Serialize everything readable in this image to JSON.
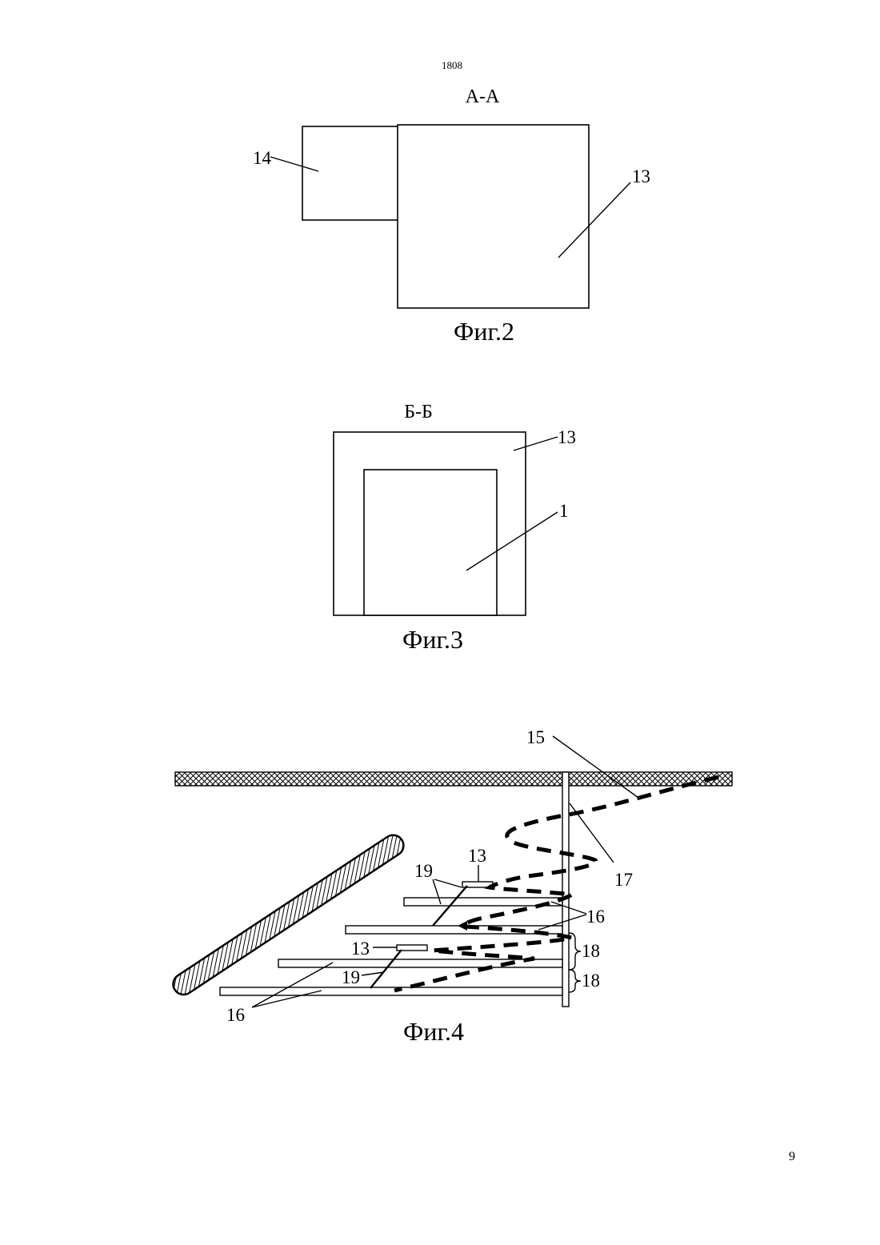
{
  "header": {
    "doc_number": "1808",
    "page_number": "9"
  },
  "fig2": {
    "section": "А-А",
    "caption": "Фиг.2",
    "labels": {
      "a": "14",
      "b": "13"
    }
  },
  "fig3": {
    "section": "Б-Б",
    "caption": "Фиг.3",
    "labels": {
      "outer": "13",
      "inner": "1"
    }
  },
  "fig4": {
    "caption": "Фиг.4",
    "labels": {
      "ceiling": "15",
      "post": "17",
      "box_top": "13",
      "box_mid": "13",
      "rod_top": "19",
      "rod_mid": "19",
      "shelves_right": "16",
      "shelves_left": "16",
      "brace_upper": "18",
      "brace_lower": "18"
    }
  }
}
